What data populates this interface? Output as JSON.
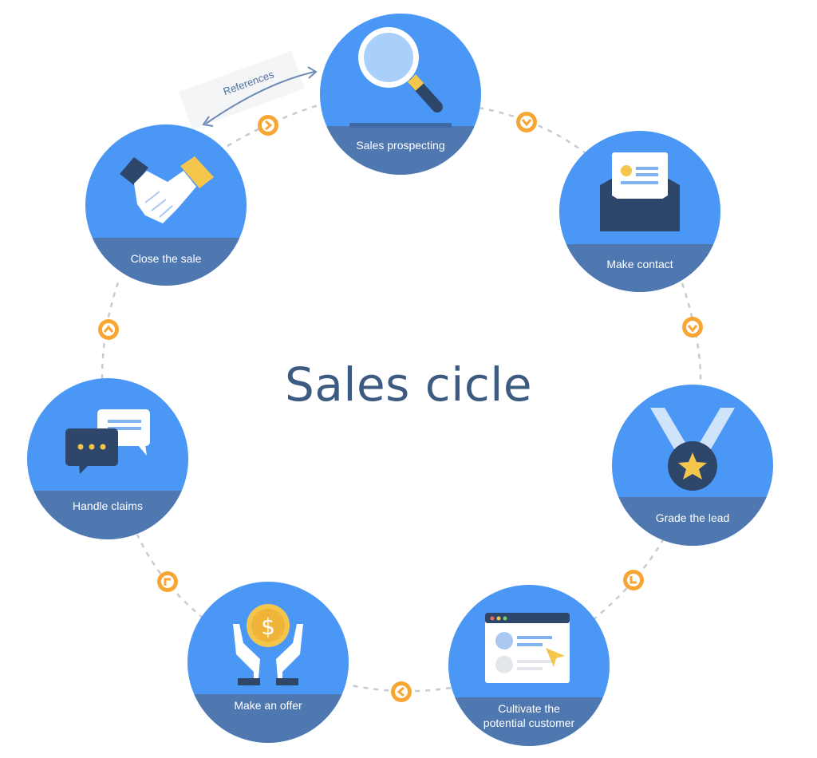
{
  "title": "Sales cicle",
  "colors": {
    "circle": "#4a97f5",
    "band": "#4f78b0",
    "dash": "#c7cbd1",
    "arrow_badge": "#f7a533",
    "title_text": "#3d5a80",
    "dark_navy": "#2e4669"
  },
  "references_label": "References",
  "stages": [
    {
      "label": "Sales prospecting",
      "icon": "magnifier-icon"
    },
    {
      "label": "Make contact",
      "icon": "envelope-icon"
    },
    {
      "label": "Grade the lead",
      "icon": "medal-icon"
    },
    {
      "label": "Cultivate the potential customer",
      "lines": [
        "Cultivate the",
        "potential customer"
      ],
      "icon": "browser-window-icon"
    },
    {
      "label": "Make an offer",
      "icon": "coin-hands-icon"
    },
    {
      "label": "Handle claims",
      "icon": "chat-bubbles-icon"
    },
    {
      "label": "Close the sale",
      "icon": "handshake-icon"
    }
  ]
}
